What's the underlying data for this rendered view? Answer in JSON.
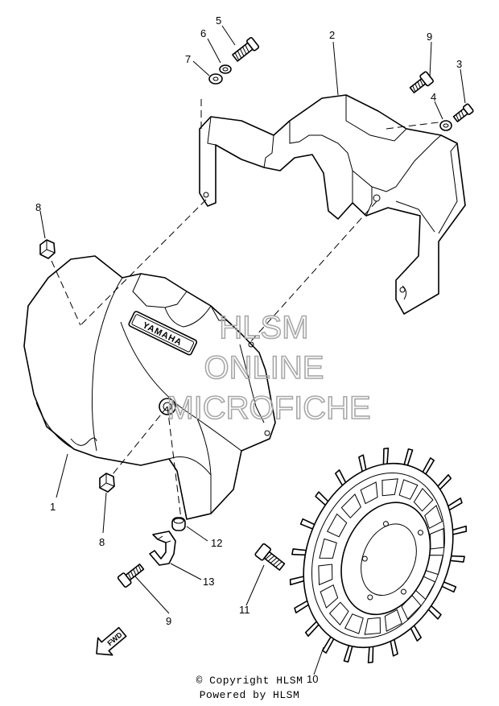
{
  "watermark": {
    "line1": "HLSM",
    "line2": "ONLINE",
    "line3": "MICROFICHE"
  },
  "emblem_text": "YAMAHA",
  "fwd_label": "FWD",
  "footer": {
    "copyright": "© Copyright HLSM",
    "powered": "Powered by HLSM"
  },
  "callouts": [
    {
      "id": "1",
      "label": "1"
    },
    {
      "id": "2",
      "label": "2"
    },
    {
      "id": "3",
      "label": "3"
    },
    {
      "id": "4",
      "label": "4"
    },
    {
      "id": "5",
      "label": "5"
    },
    {
      "id": "6",
      "label": "6"
    },
    {
      "id": "7",
      "label": "7"
    },
    {
      "id": "8a",
      "label": "8"
    },
    {
      "id": "8b",
      "label": "8"
    },
    {
      "id": "9a",
      "label": "9"
    },
    {
      "id": "9b",
      "label": "9"
    },
    {
      "id": "10",
      "label": "10"
    },
    {
      "id": "11",
      "label": "11"
    },
    {
      "id": "12",
      "label": "12"
    },
    {
      "id": "13",
      "label": "13"
    }
  ]
}
